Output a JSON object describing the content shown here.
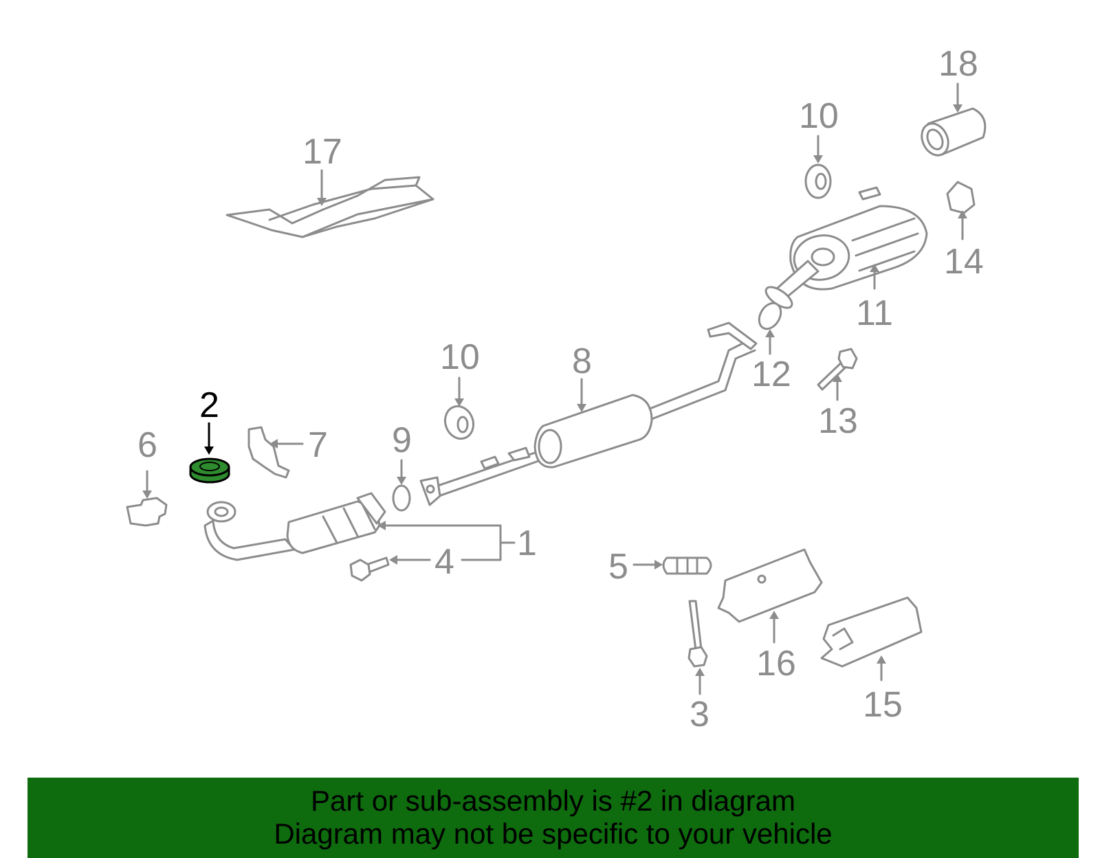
{
  "diagram": {
    "callouts": {
      "c1": "1",
      "c2": "2",
      "c3": "3",
      "c4": "4",
      "c5": "5",
      "c6": "6",
      "c7": "7",
      "c8": "8",
      "c9": "9",
      "c10a": "10",
      "c10b": "10",
      "c11": "11",
      "c12": "12",
      "c13": "13",
      "c14": "14",
      "c15": "15",
      "c16": "16",
      "c17": "17",
      "c18": "18"
    },
    "highlighted_part": "2",
    "highlight_color": "#2e8b2e",
    "part_color": "#8c8c8c"
  },
  "banner": {
    "line1": "Part or sub-assembly is #2 in diagram",
    "line2": "Diagram may not be specific to your vehicle",
    "background": "#0e6b0e"
  }
}
